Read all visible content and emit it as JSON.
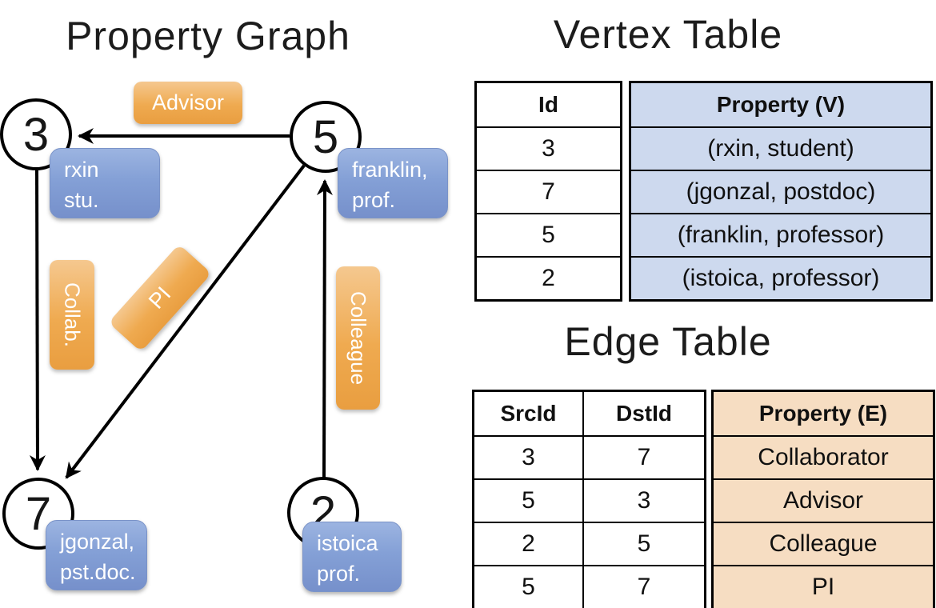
{
  "graph": {
    "title": "Property Graph",
    "nodes": {
      "n3": {
        "id": "3",
        "line1": "rxin",
        "line2": "stu."
      },
      "n5": {
        "id": "5",
        "line1": "franklin,",
        "line2": "prof."
      },
      "n7": {
        "id": "7",
        "line1": "jgonzal,",
        "line2": "pst.doc."
      },
      "n2": {
        "id": "2",
        "line1": "istoica",
        "line2": "prof."
      }
    },
    "edge_labels": {
      "advisor": "Advisor",
      "collab": "Collab.",
      "pi": "PI",
      "colleague": "Colleague"
    }
  },
  "vertex_table": {
    "title": "Vertex Table",
    "headers": {
      "id": "Id",
      "property": "Property (V)"
    },
    "rows": [
      {
        "id": "3",
        "property": "(rxin, student)"
      },
      {
        "id": "7",
        "property": "(jgonzal, postdoc)"
      },
      {
        "id": "5",
        "property": "(franklin, professor)"
      },
      {
        "id": "2",
        "property": "(istoica, professor)"
      }
    ]
  },
  "edge_table": {
    "title": "Edge Table",
    "headers": {
      "src": "SrcId",
      "dst": "DstId",
      "property": "Property (E)"
    },
    "rows": [
      {
        "src": "3",
        "dst": "7",
        "property": "Collaborator"
      },
      {
        "src": "5",
        "dst": "3",
        "property": "Advisor"
      },
      {
        "src": "2",
        "dst": "5",
        "property": "Colleague"
      },
      {
        "src": "5",
        "dst": "7",
        "property": "PI"
      }
    ]
  },
  "colors": {
    "edge_label_orange": "#EFAA50",
    "vertex_property_blue": "#84A0D6",
    "vertex_table_property_bg": "#CDD9EE",
    "edge_table_property_bg": "#F6DDC2",
    "graph_line": "#000000"
  }
}
